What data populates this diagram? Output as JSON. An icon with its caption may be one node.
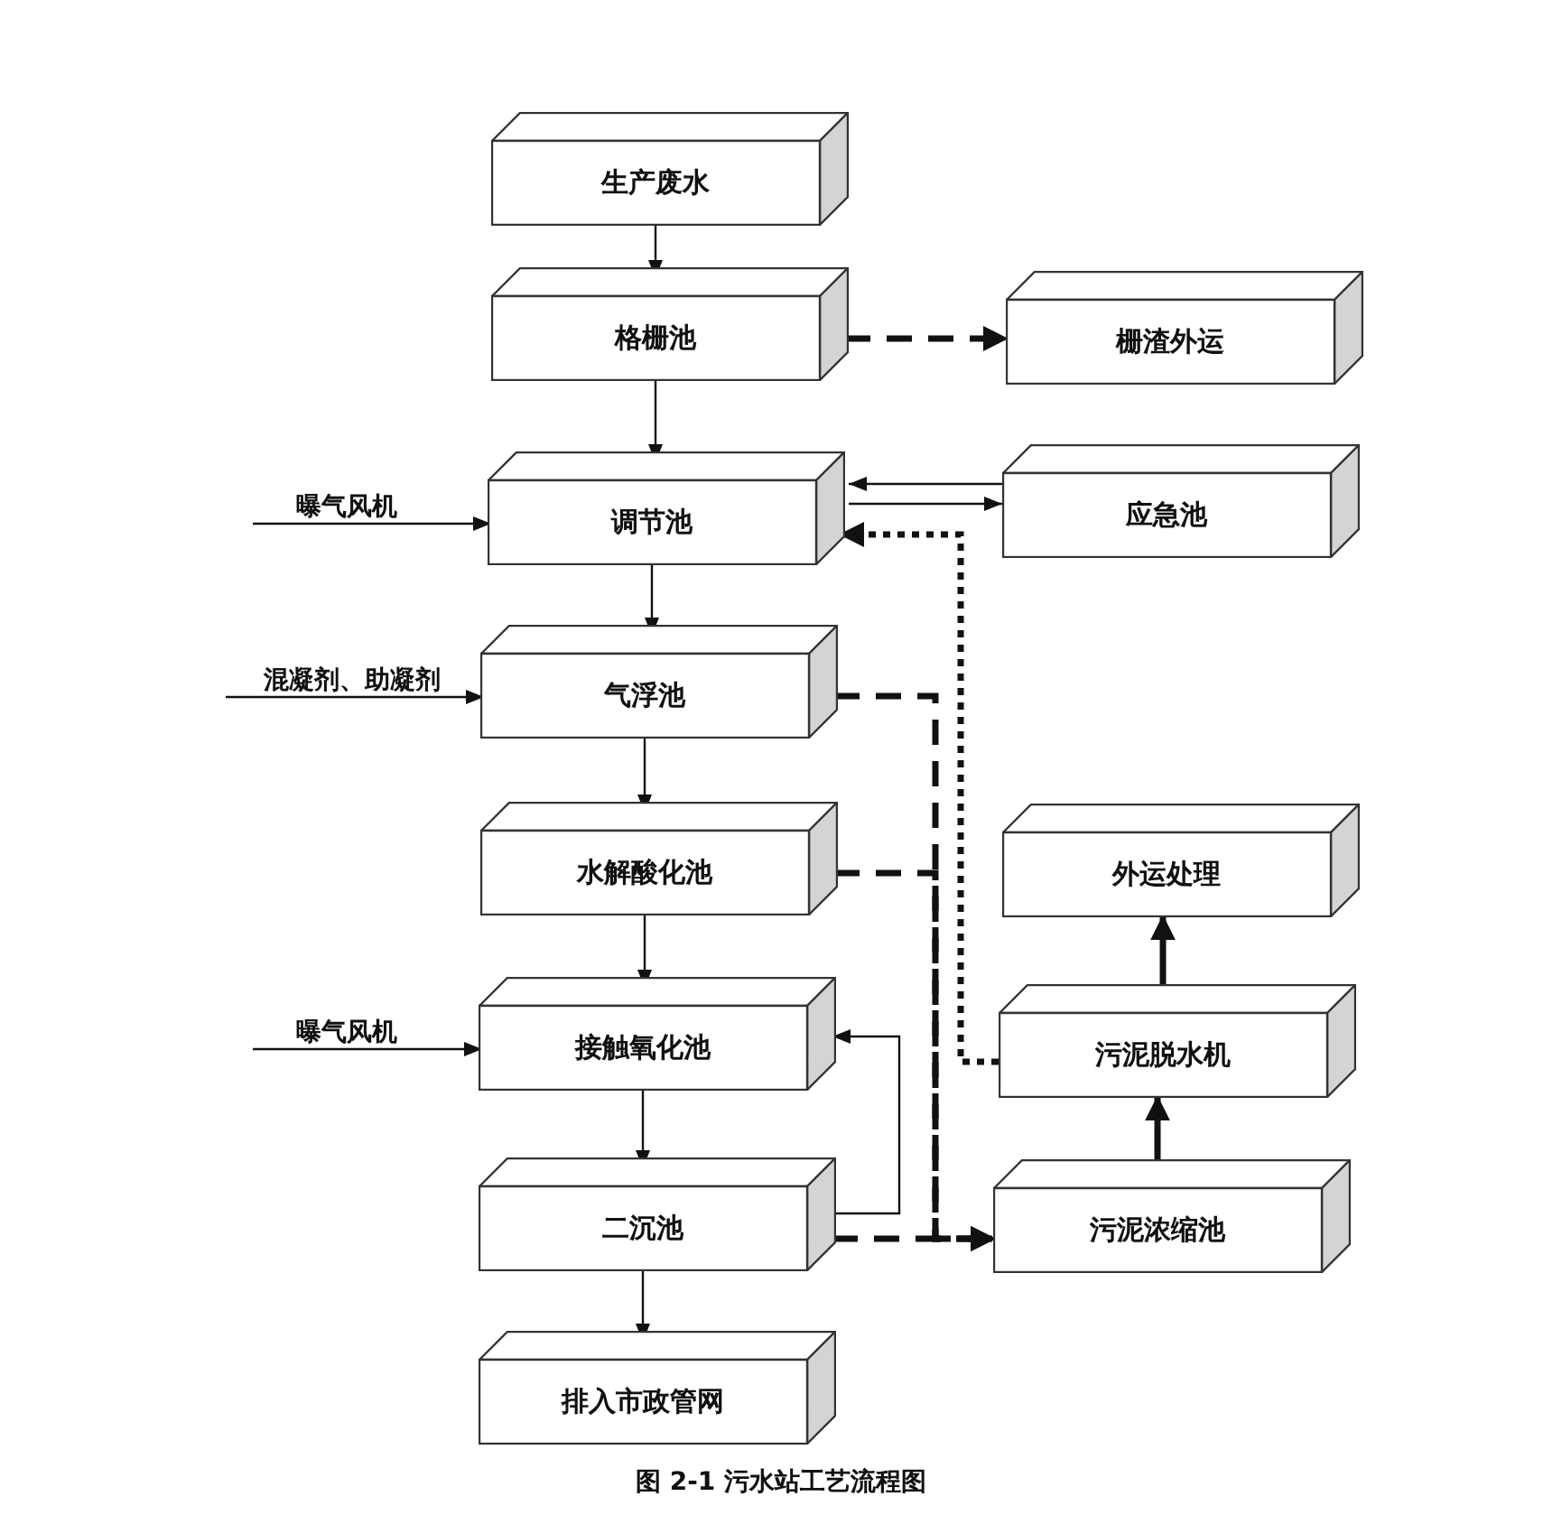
{
  "diagram": {
    "caption": "图 2-1 污水站工艺流程图",
    "nodes": [
      {
        "text": [
          "生产废水"
        ]
      },
      {
        "text": [
          "格栅池"
        ]
      },
      {
        "text": [
          "栅渣外运"
        ]
      },
      {
        "text": [
          "调节池"
        ]
      },
      {
        "text": [
          "应急池"
        ]
      },
      {
        "text": [
          "气浮池"
        ]
      },
      {
        "text": [
          "水解酸化池"
        ]
      },
      {
        "text": [
          "外运处理"
        ]
      },
      {
        "text": [
          "接触氧化池"
        ]
      },
      {
        "text": [
          "污泥脱水机"
        ]
      },
      {
        "text": [
          "二沉池"
        ]
      },
      {
        "text": [
          "污泥浓缩池"
        ]
      },
      {
        "text": [
          "排入市政管网"
        ]
      },
      {
        "text": [
          "曝气风机"
        ]
      },
      {
        "text": [
          "混凝剂、助凝剂"
        ]
      },
      {
        "text": [
          "曝气风机"
        ]
      }
    ],
    "edges": [
      {
        "from": 0,
        "to": 1,
        "arrow": "to"
      },
      {
        "from": 1,
        "to": 2,
        "arrow": "to",
        "style": "dashed"
      },
      {
        "from": 1,
        "to": 3,
        "arrow": "to"
      },
      {
        "from": 13,
        "to": 3,
        "arrow": "to"
      },
      {
        "from": 3,
        "to": 5,
        "arrow": "to"
      },
      {
        "from": 14,
        "to": 5,
        "arrow": "to"
      },
      {
        "from": 5,
        "to": 6,
        "arrow": "to"
      },
      {
        "from": 6,
        "to": 8,
        "arrow": "to"
      },
      {
        "from": 15,
        "to": 8,
        "arrow": "to"
      },
      {
        "from": 8,
        "to": 10,
        "arrow": "to"
      },
      {
        "from": 10,
        "to": 12,
        "arrow": "to"
      },
      {
        "from": 4,
        "to": 3,
        "arrow": "to"
      },
      {
        "from": 3,
        "to": 4,
        "arrow": "to"
      },
      {
        "from": 9,
        "to": 3,
        "arrow": "to",
        "style": "dashed"
      },
      {
        "from": 5,
        "to": 11,
        "arrow": "to",
        "style": "dashed"
      },
      {
        "from": 6,
        "to": 11,
        "arrow": "to",
        "style": "dashed"
      },
      {
        "from": 10,
        "to": 11,
        "arrow": "to",
        "style": "dashed"
      },
      {
        "from": 10,
        "to": 8,
        "arrow": "to"
      },
      {
        "from": 11,
        "to": 9,
        "arrow": "to",
        "style": "thick"
      },
      {
        "from": 9,
        "to": 7,
        "arrow": "to",
        "style": "thick"
      }
    ]
  }
}
